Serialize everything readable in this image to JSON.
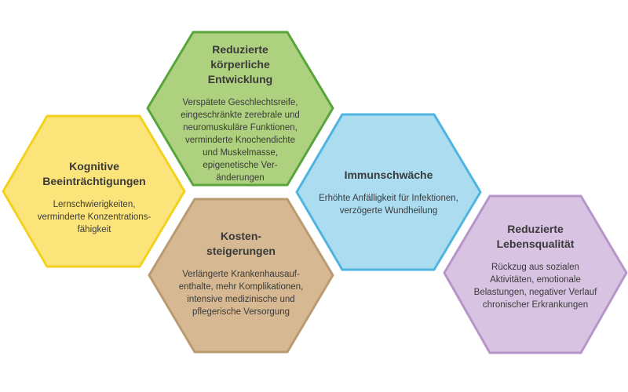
{
  "hexagons": [
    {
      "key": "kognitiv",
      "title": "Kognitive\nBeeinträchtigungen",
      "desc": "Lernschwierigkeiten,\nverminderte Konzentrations-\nfähigkeit",
      "fill": "#fbe57b",
      "stroke": "#f3d21e"
    },
    {
      "key": "entwicklung",
      "title": "Reduzierte\nkörperliche\nEntwicklung",
      "desc": "Verspätete Geschlechtsreife,\neingeschränkte zerebrale und\nneuromuskuläre Funktionen,\nverminderte Knochendichte\nund Muskelmasse,\nepigenetische Ver-\nänderungen",
      "fill": "#aed17f",
      "stroke": "#58a53b"
    },
    {
      "key": "immun",
      "title": "Immunschwäche",
      "desc": "Erhöhte Anfälligkeit für Infektionen,\nverzögerte Wundheilung",
      "fill": "#abdcf0",
      "stroke": "#4fb4df"
    },
    {
      "key": "kosten",
      "title": "Kosten-\nsteigerungen",
      "desc": "Verlängerte Krankenhausauf-\nenthalte, mehr Komplikationen,\nintensive medizinische und\npflegerische Versorgung",
      "fill": "#d6b993",
      "stroke": "#b99a71"
    },
    {
      "key": "lebensqualitaet",
      "title": "Reduzierte\nLebensqualität",
      "desc": "Rückzug aus sozialen\nAktivitäten, emotionale\nBelastungen, negativer Verlauf\nchronischer Erkrankungen",
      "fill": "#d8c3e2",
      "stroke": "#b696c9"
    }
  ]
}
